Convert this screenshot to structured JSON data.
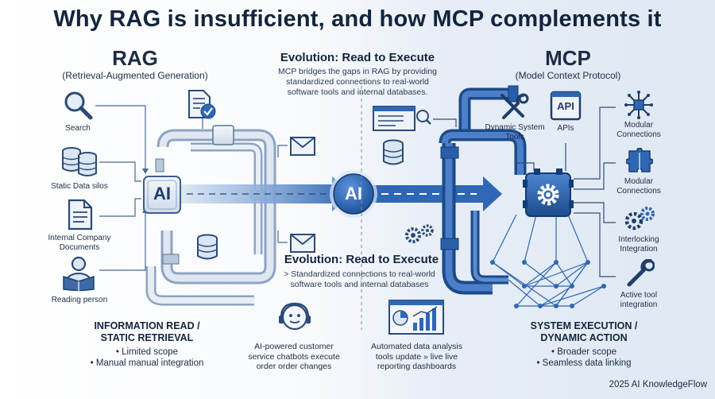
{
  "title": "Why RAG is insufficient, and how MCP complements it",
  "rag": {
    "heading": "RAG",
    "subheading": "(Retrieval-Augmented Generation)",
    "core_label": "AI",
    "inputs": [
      {
        "label": "Search",
        "icon": "magnifier-icon"
      },
      {
        "label": "Static Data silos",
        "icon": "database-stack-icon"
      },
      {
        "label": "Internal Company Documents",
        "icon": "document-icon"
      },
      {
        "label": "Reading person",
        "icon": "reading-person-icon"
      }
    ],
    "section_title_line1": "INFORMATION READ /",
    "section_title_line2": "STATIC RETRIEVAL",
    "bullets": [
      "• Limited scope",
      "• Manual manual integration"
    ]
  },
  "evolution": {
    "top_heading": "Evolution: Read to Execute",
    "top_text": "MCP bridges the gaps in RAG by providing standardized connections to real-world software tools and internal databases.",
    "center_label": "AI",
    "mid_heading": "Evolution: Read to Execute",
    "mid_text": "> Standardized connections to real-world software tools and internal databases",
    "chatbot_caption": "AI-powered customer service chatbots execute order order changes",
    "analysis_caption": "Automated data analysis tools update » live live reporting dashboards"
  },
  "mcp": {
    "heading": "MCP",
    "subheading": "(Model Context Protocol)",
    "api_badge": "API",
    "tools": [
      {
        "label": "Dynamic System Tools",
        "icon": "tools-icon"
      },
      {
        "label": "APIs",
        "icon": "api-icon"
      }
    ],
    "right_items": [
      {
        "label": "Modular Connections",
        "icon": "network-icon"
      },
      {
        "label": "Modular Connections",
        "icon": "puzzle-icon"
      },
      {
        "label": "Interlocking Integration",
        "icon": "gears-icon"
      },
      {
        "label": "Active tool integration",
        "icon": "wrench-icon"
      }
    ],
    "section_title_line1": "SYSTEM EXECUTION /",
    "section_title_line2": "DYNAMIC ACTION",
    "bullets": [
      "• Broader scope",
      "• Seamless data linking"
    ]
  },
  "footer": "2025 AI KnowledgeFlow",
  "colors": {
    "pipe_light": "#c9d6e6",
    "pipe_dark": "#2f67b4",
    "accent": "#1f5fae",
    "ink": "#13243d"
  }
}
